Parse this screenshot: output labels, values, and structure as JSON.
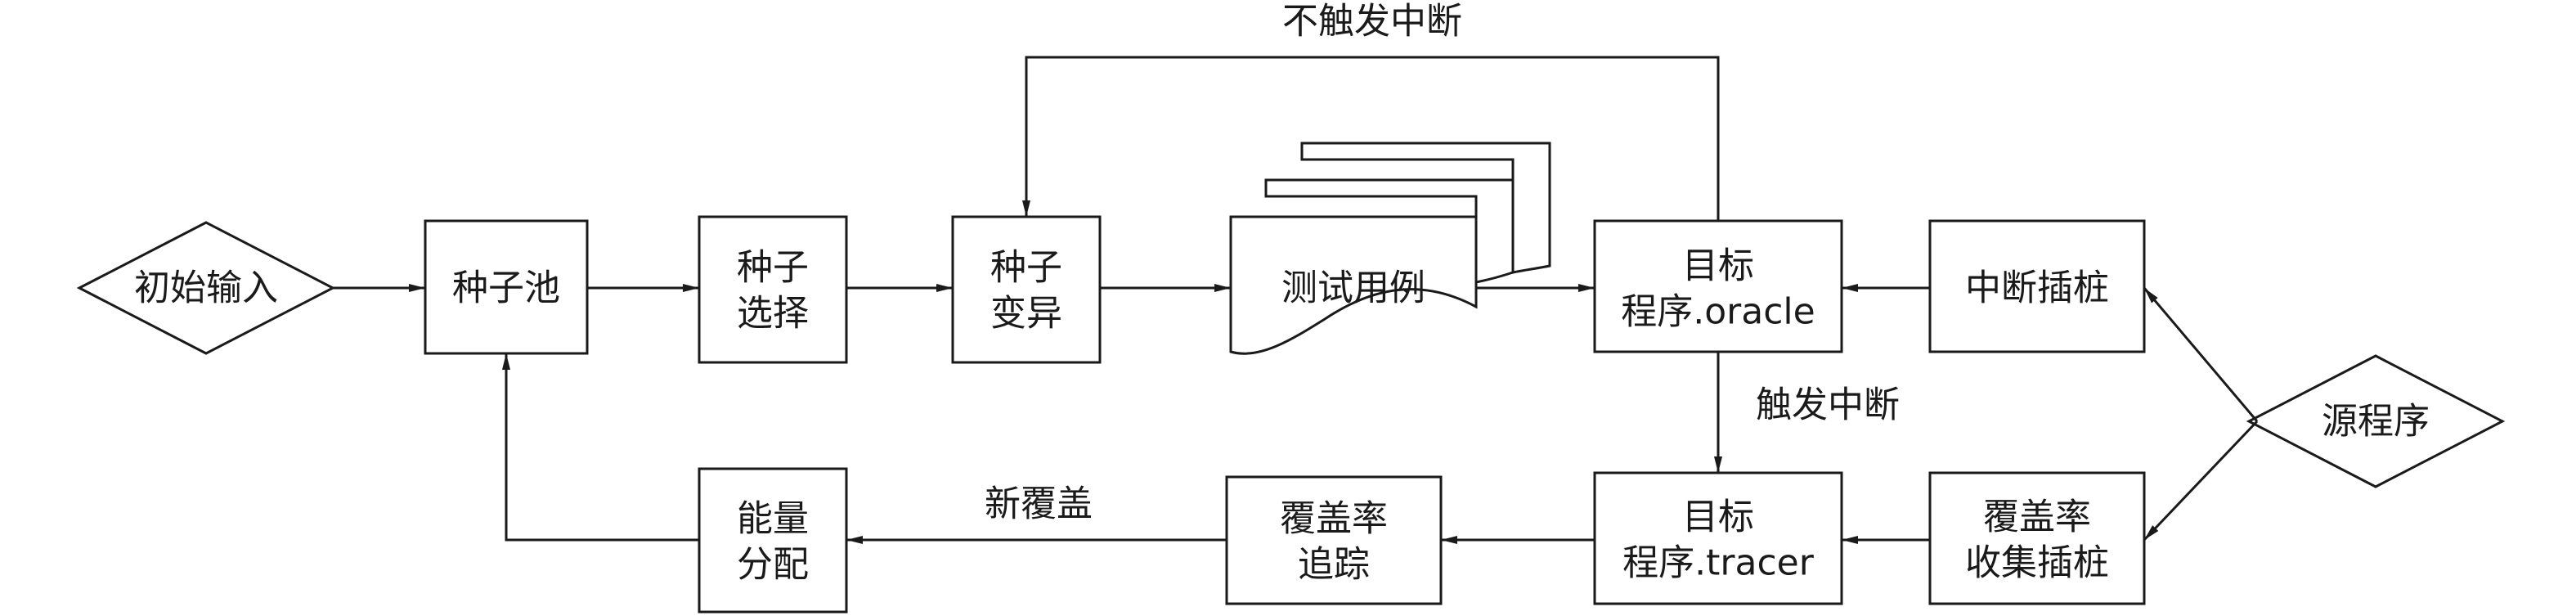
{
  "nodes": {
    "initial_input": {
      "label": "初始输入"
    },
    "seed_pool": {
      "label": "种子池"
    },
    "seed_select": {
      "line1": "种子",
      "line2": "选择"
    },
    "seed_mutate": {
      "line1": "种子",
      "line2": "变异"
    },
    "test_cases": {
      "label": "测试用例"
    },
    "target_oracle": {
      "line1": "目标",
      "line2": "程序.oracle"
    },
    "interrupt_instrument": {
      "label": "中断插桩"
    },
    "source_program": {
      "label": "源程序"
    },
    "target_tracer": {
      "line1": "目标",
      "line2": "程序.tracer"
    },
    "coverage_instrument": {
      "line1": "覆盖率",
      "line2": "收集插桩"
    },
    "coverage_trace": {
      "line1": "覆盖率",
      "line2": "追踪"
    },
    "energy_alloc": {
      "line1": "能量",
      "line2": "分配"
    }
  },
  "edge_labels": {
    "no_interrupt": "不触发中断",
    "interrupt": "触发中断",
    "new_coverage": "新覆盖"
  }
}
